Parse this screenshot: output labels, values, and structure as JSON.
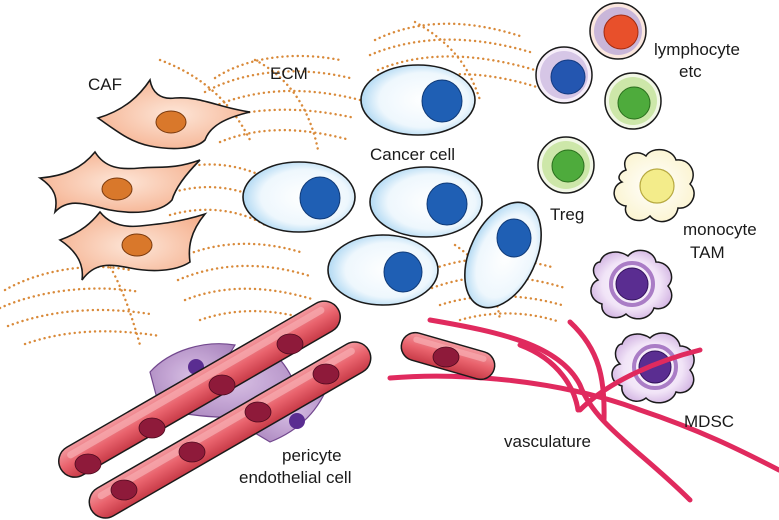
{
  "labels": {
    "caf": "CAF",
    "ecm": "ECM",
    "cancer_cell": "Cancer cell",
    "lymphocyte": "lymphocyte",
    "etc": "etc",
    "treg": "Treg",
    "monocyte": "monocyte",
    "tam": "TAM",
    "mdsc": "MDSC",
    "vasculature": "vasculature",
    "pericyte": "pericyte",
    "endothelial_cell": "endothelial cell"
  },
  "colors": {
    "ecm_fiber": "#d98a3a",
    "caf_body": "#fbd5bf",
    "caf_nucleus": "#d9782b",
    "cancer_membrane": "#dbeef9",
    "cancer_nucleus": "#1f5fb4",
    "vessel": "#e05560",
    "vessel_highlight": "#f6a8ac",
    "rbc": "#8e1a3a",
    "pericyte": "#b78fc9",
    "pericyte_nucleus": "#5a2d91",
    "vasculature_line": "#e02a5e",
    "lymphocyte_red": "#e8502b",
    "lymphocyte_blue": "#2456b0",
    "lymphocyte_green": "#4eab3c",
    "monocyte_yellow": "#f3ec8a",
    "mdsc_purple": "#8a4fb0"
  }
}
